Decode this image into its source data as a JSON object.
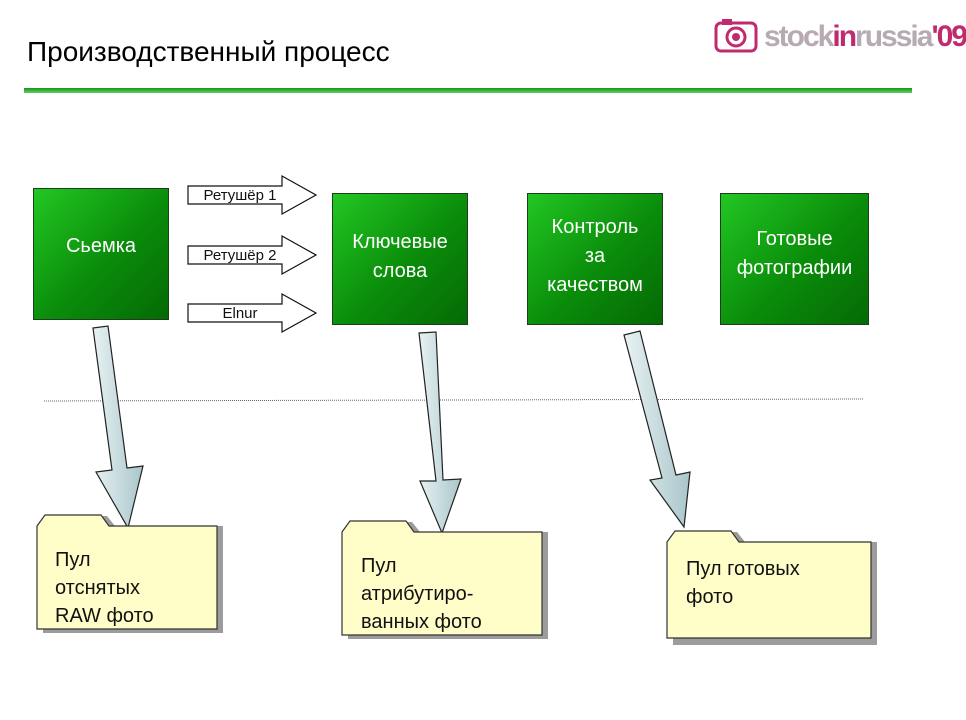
{
  "header": {
    "title": "Производственный процесс"
  },
  "logo": {
    "part1": "stock",
    "part2": "in",
    "part3": "russia",
    "part4": "'09"
  },
  "colors": {
    "green": "#0a8c0a",
    "folder": "#fffdc8",
    "arrow": "#c6dde0",
    "logo": "#c02a6e"
  },
  "boxes": {
    "shoot": "Сьемка",
    "keywords": "Ключевые\nслова",
    "qc": "Контроль\nза\nкачеством",
    "ready": "Готовые\nфотографии"
  },
  "arrows": {
    "r1": "Ретушёр 1",
    "r2": "Ретушёр 2",
    "r3": "Elnur"
  },
  "folders": {
    "raw": "Пул\nотснятых\nRAW фото",
    "attr": "Пул\nатрибутиро-\nванных фото",
    "final": "Пул готовых\nфото"
  }
}
